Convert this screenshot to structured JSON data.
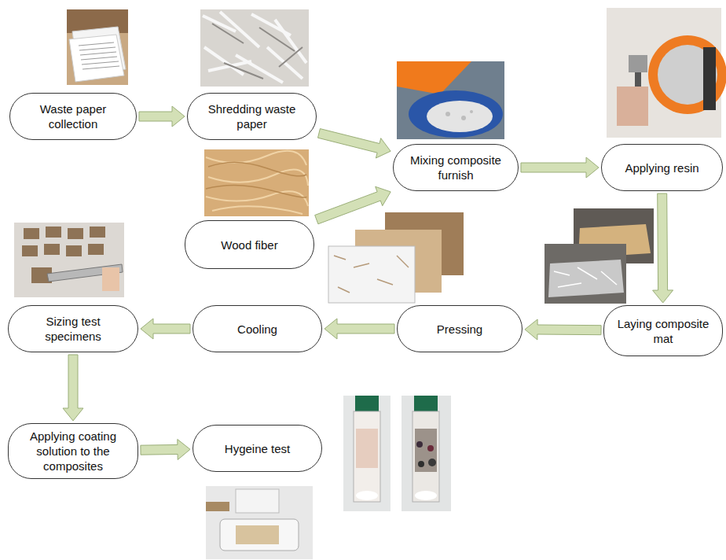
{
  "diagram": {
    "nodes": [
      {
        "text": [
          "Waste paper collection"
        ]
      },
      {
        "text": [
          "Shredding waste paper"
        ]
      },
      {
        "text": [
          "Mixing composite furnish"
        ]
      },
      {
        "text": [
          "Applying resin"
        ]
      },
      {
        "text": [
          "Wood fiber"
        ]
      },
      {
        "text": [
          "Sizing test specimens"
        ]
      },
      {
        "text": [
          "Cooling"
        ]
      },
      {
        "text": [
          "Pressing"
        ]
      },
      {
        "text": [
          "Laying composite mat"
        ]
      },
      {
        "text": [
          "Applying coating solution to the composites"
        ]
      },
      {
        "text": [
          "Hygeine test"
        ]
      }
    ],
    "edges": [
      {
        "from": 0,
        "to": 1,
        "arrow": "to"
      },
      {
        "from": 1,
        "to": 2,
        "arrow": "to"
      },
      {
        "from": 4,
        "to": 2,
        "arrow": "to"
      },
      {
        "from": 2,
        "to": 3,
        "arrow": "to"
      },
      {
        "from": 3,
        "to": 8,
        "arrow": "to"
      },
      {
        "from": 8,
        "to": 7,
        "arrow": "to"
      },
      {
        "from": 7,
        "to": 6,
        "arrow": "to"
      },
      {
        "from": 6,
        "to": 5,
        "arrow": "to"
      },
      {
        "from": 5,
        "to": 9,
        "arrow": "to"
      },
      {
        "from": 9,
        "to": 10,
        "arrow": "to"
      }
    ]
  }
}
